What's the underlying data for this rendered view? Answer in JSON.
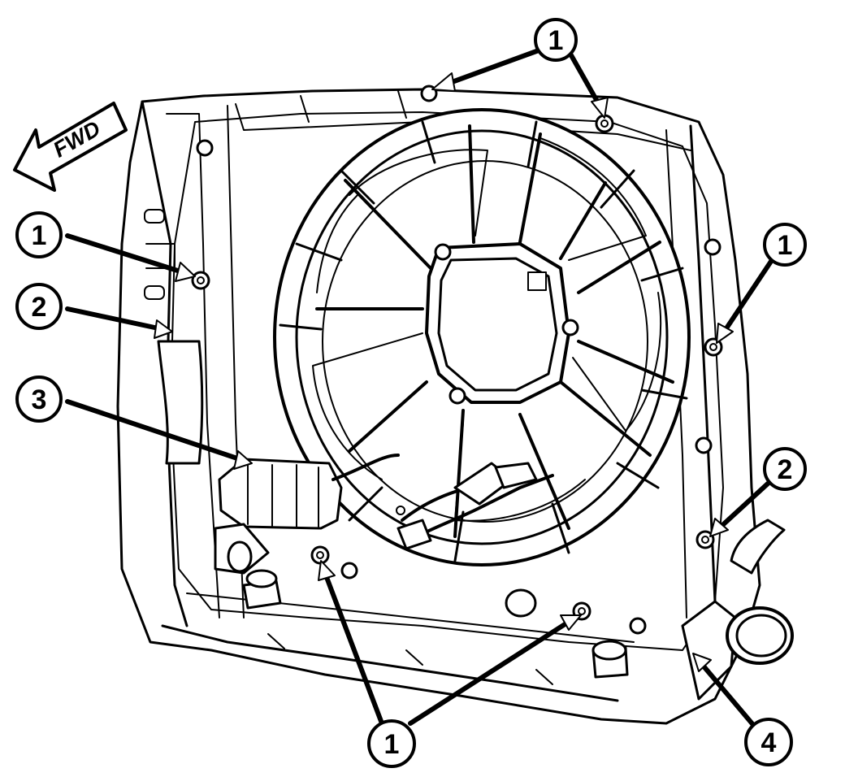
{
  "direction_label": "FWD",
  "callouts": [
    {
      "id": "top",
      "label": "1"
    },
    {
      "id": "left-upper",
      "label": "1"
    },
    {
      "id": "right-upper",
      "label": "1"
    },
    {
      "id": "bottom",
      "label": "1"
    },
    {
      "id": "left-middle",
      "label": "2"
    },
    {
      "id": "right-lower",
      "label": "2"
    },
    {
      "id": "left-lower",
      "label": "3"
    },
    {
      "id": "bottom-right",
      "label": "4"
    }
  ]
}
